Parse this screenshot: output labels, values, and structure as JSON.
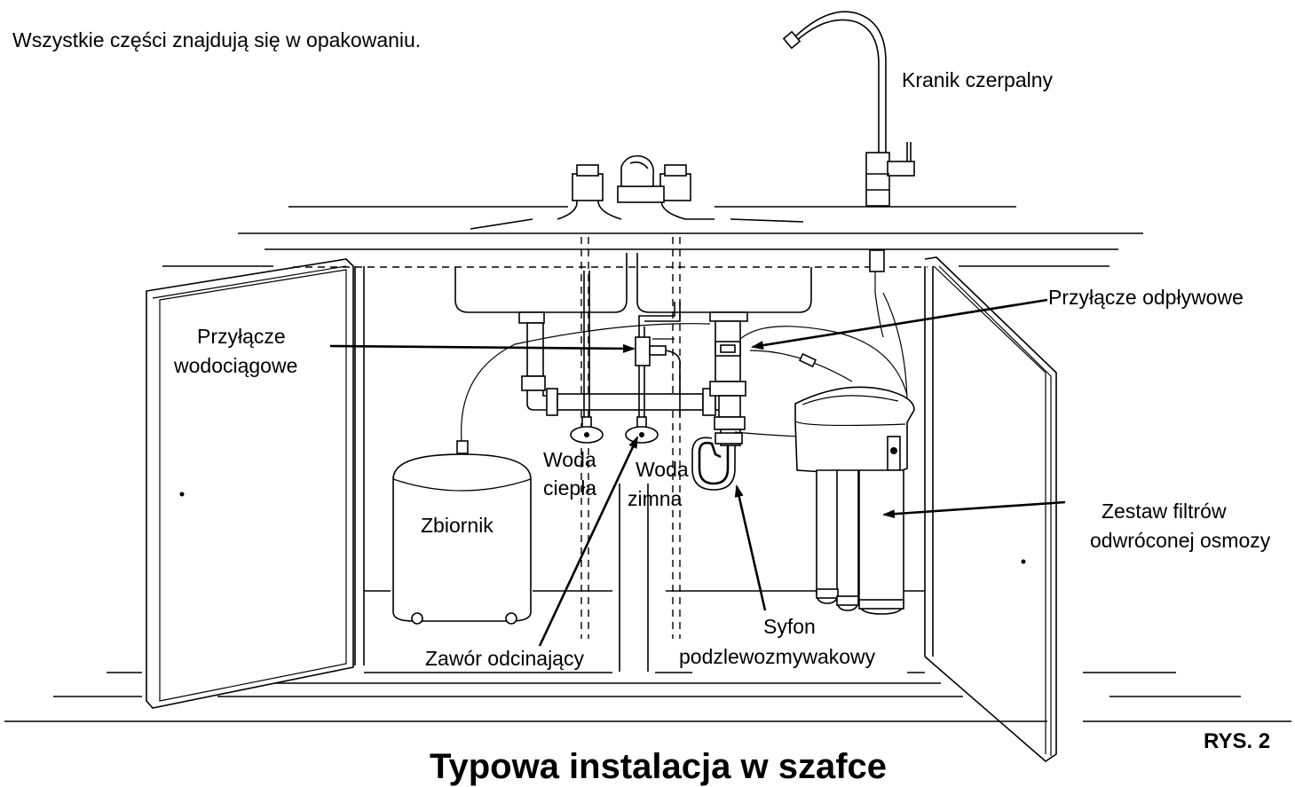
{
  "intro_text": "Wszystkie części znajdują się w opakowaniu.",
  "labels": {
    "faucet": "Kranik czerpalny",
    "drain_connection": "Przyłącze odpływowe",
    "water_supply_line1": "Przyłącze",
    "water_supply_line2": "wodociągowe",
    "hot_water_line1": "Woda",
    "hot_water_line2": "ciepła",
    "cold_water_line1": "Woda",
    "cold_water_line2": "zimna",
    "tank": "Zbiornik",
    "filter_set_line1": "Zestaw filtrów",
    "filter_set_line2": "odwróconej osmozy",
    "trap_line1": "Syfon",
    "trap_line2": "podzlewozmywakowy",
    "shutoff_valve": "Zawór odcinający"
  },
  "title": "Typowa instalacja w szafce",
  "figure_number": "RYS. 2"
}
